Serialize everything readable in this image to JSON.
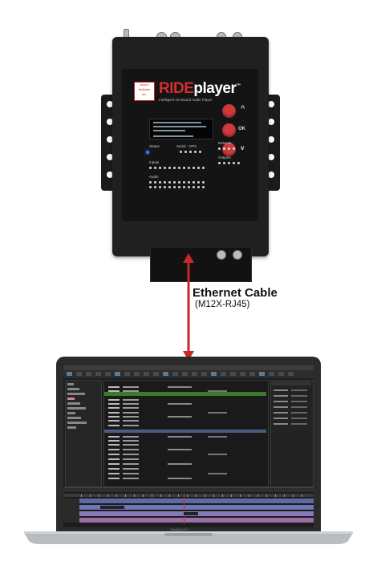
{
  "device": {
    "brand_ride": "RIDE",
    "brand_player": "player",
    "trademark": "™",
    "tagline": "Intelligent On-Board Audio Player",
    "logo_text": [
      "Alcorn",
      "McBride",
      "Inc."
    ],
    "buttons": [
      {
        "label": "^",
        "icon": "up-arrow-icon"
      },
      {
        "label": "OK",
        "icon": "ok-icon"
      },
      {
        "label": "v",
        "icon": "down-arrow-icon"
      }
    ],
    "status_labels": [
      "Status",
      "Serial - GPS",
      "Network",
      "Inputs",
      "Outputs",
      "Audio"
    ],
    "led_color": "#3d7bff"
  },
  "connection": {
    "title": "Ethernet Cable",
    "subtitle": "(M12X-RJ45)",
    "arrow_color": "#c62828"
  },
  "laptop": {
    "model_label": "MacBook Pro",
    "accent_bar_color": "#3a7a2a"
  }
}
